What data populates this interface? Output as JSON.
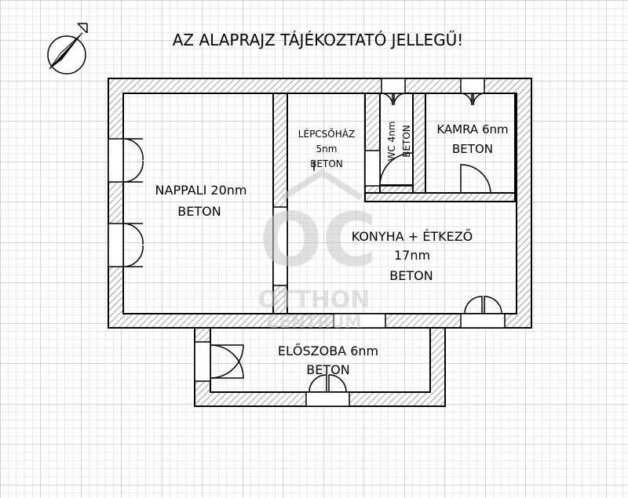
{
  "title": "AZ ALAPRAJZ TÁJÉKOZTATÓ JELLEGŰ!",
  "rooms": {
    "nappali": {
      "name": "NAPPALI 20nm",
      "material": "BETON"
    },
    "lepcsohaz": {
      "name": "LÉPCSŐHÁZ",
      "area": "5nm",
      "material": "BETON"
    },
    "wc": {
      "name": "WC 4nm",
      "material": "BETON"
    },
    "kamra": {
      "name": "KAMRA 6nm",
      "material": "BETON"
    },
    "konyha": {
      "name": "KONYHA + ÉTKEZŐ",
      "area": "17nm",
      "material": "BETON"
    },
    "eloszoba": {
      "name": "ELŐSZOBA 6nm",
      "material": "BETON"
    }
  },
  "watermark": {
    "logo": "OC",
    "line1": "OTTHON",
    "line2": "CENTRUM"
  },
  "colors": {
    "grid_minor": "#d2d2d2",
    "grid_major": "#a8a8a8",
    "wall_hatch": "#777777",
    "watermark": "#c8c8c8"
  }
}
